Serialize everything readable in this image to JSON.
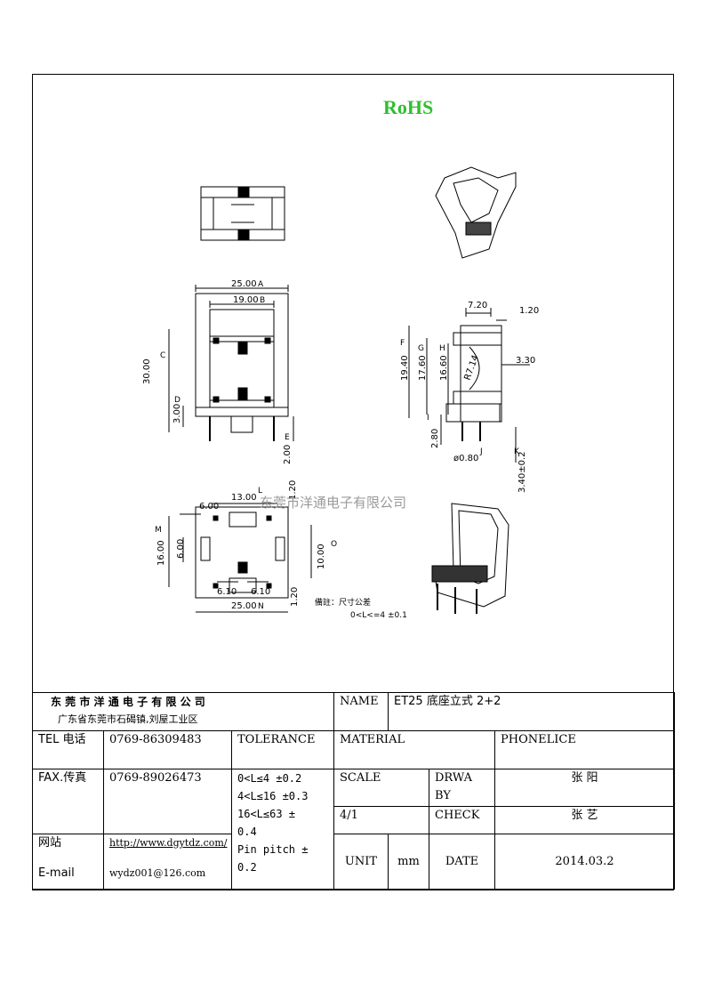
{
  "header": {
    "rohs": "RoHS"
  },
  "watermark": "东莞市洋通电子有限公司",
  "drawing": {
    "front_dims": {
      "width_outer": "25.00",
      "width_outer_tag": "A",
      "width_inner": "19.00",
      "width_inner_tag": "B",
      "height": "30.00",
      "height_tag": "C",
      "base": "3.00",
      "base_tag": "D",
      "pin_len": "2.00",
      "pin_len_tag": "E"
    },
    "side_dims": {
      "d1": "7.20",
      "d2": "1.20",
      "h1": "19.40",
      "h1_tag": "F",
      "h2": "17.60",
      "h2_tag": "G",
      "h3": "16.60",
      "h3_tag": "H",
      "radius": "R7.14",
      "d3": "3.30",
      "h4": "2.80",
      "h4_tag": "I",
      "pin_dia": "ø0.80",
      "pin_dia_tag": "J",
      "h5": "3.40±0.2",
      "h5_tag": "K"
    },
    "bottom_dims": {
      "w1": "13.00",
      "w1_tag": "L",
      "w2": "6.00",
      "h1": "16.00",
      "h1_tag": "M",
      "h2": "6.00",
      "h3": "10.00",
      "h3_tag": "O",
      "p1": "6.10",
      "p2": "6.10",
      "w3": "25.00",
      "w3_tag": "N",
      "t1": "1.20",
      "t2": "1.20"
    },
    "note_label": "備註：尺寸公差",
    "note_value": "0<L<=4  ±0.1"
  },
  "title_block": {
    "company": "东 莞 市 洋 通 电 子 有 限 公 司",
    "address": "广东省东莞市石碣镇,刘屋工业区",
    "name_label": "NAME",
    "name_value": "ET25 底座立式 2+2",
    "tel_label": "TEL 电话",
    "tel_value": "0769-86309483",
    "tolerance_label": "TOLERANCE",
    "material_label": "MATERIAL",
    "phonelice_label": "PHONELICE",
    "fax_label": "FAX.传真",
    "fax_value": "0769-89026473",
    "tolerance_lines": [
      "0<L≤4  ±0.2",
      "4<L≤16 ±0.3",
      "16<L≤63 ±",
      "0.4",
      "Pin pitch ±",
      "0.2"
    ],
    "scale_label": "SCALE",
    "drwa_label_1": "DRWA",
    "drwa_label_2": "BY",
    "drwa_value": "张 阳",
    "scale_value": "4/1",
    "check_label": "CHECK",
    "check_value": "张 艺",
    "web_label": "网站",
    "web_value": "http://www.dgytdz.com/",
    "email_label": "E-mail",
    "email_value": "wydz001@126.com",
    "unit_label": "UNIT",
    "unit_value": "mm",
    "date_label": "DATE",
    "date_value": "2014.03.2"
  }
}
